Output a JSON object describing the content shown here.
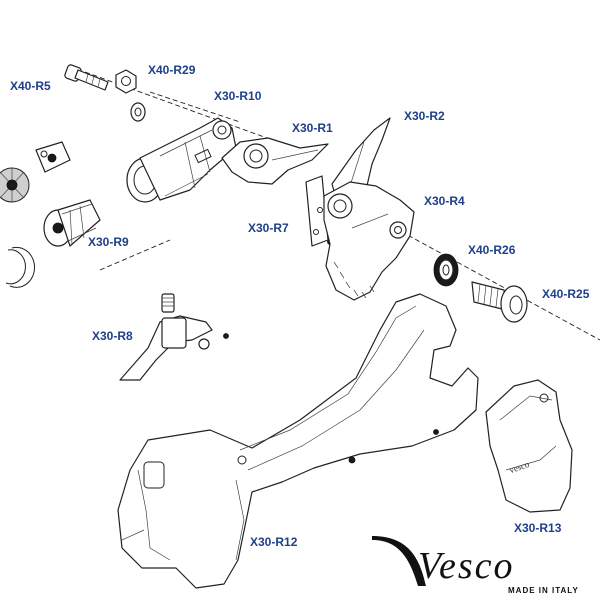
{
  "labels": {
    "x40_r5": "X40-R5",
    "x40_r29": "X40-R29",
    "x30_r10": "X30-R10",
    "x30_r1": "X30-R1",
    "x30_r2": "X30-R2",
    "x30_r4": "X30-R4",
    "x30_r7": "X30-R7",
    "x30_r9": "X30-R9",
    "x40_r26": "X40-R26",
    "x40_r25": "X40-R25",
    "x30_r8": "X30-R8",
    "x30_r12": "X30-R12",
    "x30_r13": "X30-R13"
  },
  "brand": {
    "name": "Vesco",
    "tagline": "MADE IN ITALY"
  },
  "colors": {
    "label": "#1f3f8a",
    "line": "#222222",
    "background": "#ffffff"
  }
}
